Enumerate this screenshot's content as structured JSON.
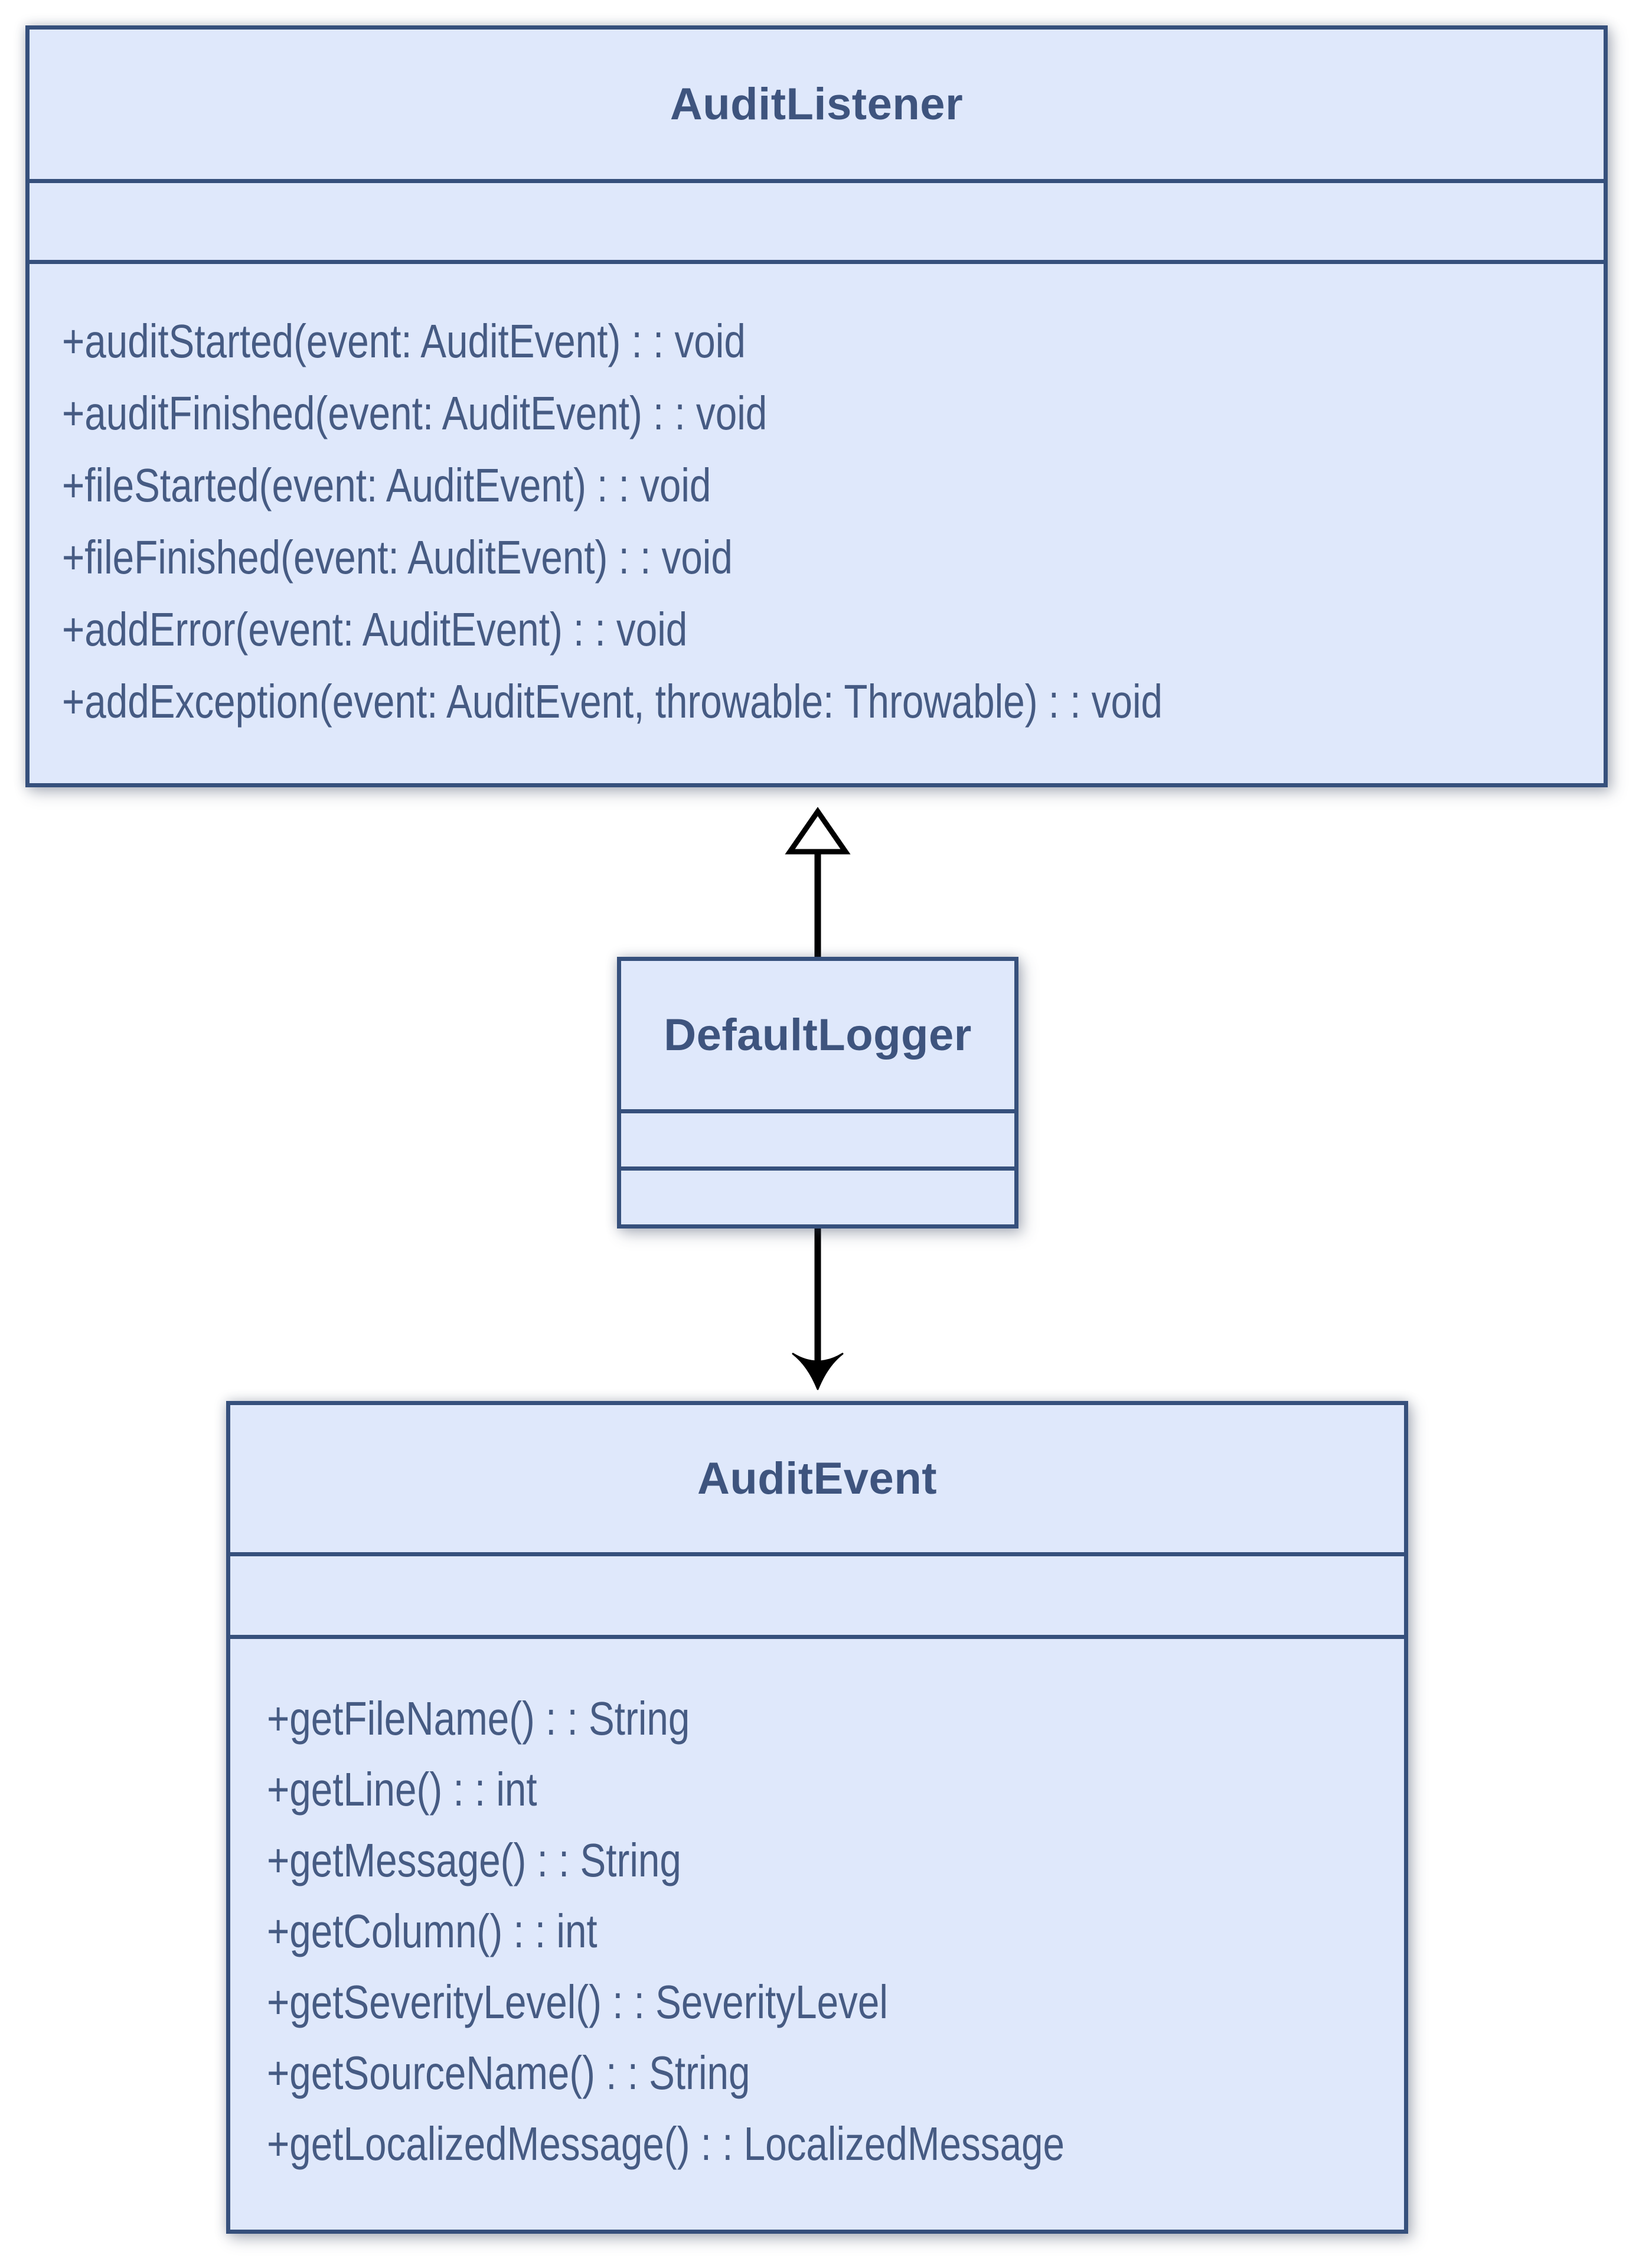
{
  "diagram": {
    "type": "uml-class-diagram",
    "classes": [
      {
        "name": "AuditListener",
        "attributes": [],
        "methods": [
          "+auditStarted(event: AuditEvent) : : void",
          "+auditFinished(event: AuditEvent) : : void",
          "+fileStarted(event: AuditEvent) : : void",
          "+fileFinished(event: AuditEvent) : : void",
          "+addError(event: AuditEvent) : : void",
          "+addException(event: AuditEvent, throwable: Throwable) : : void"
        ]
      },
      {
        "name": "DefaultLogger",
        "attributes": [],
        "methods": []
      },
      {
        "name": "AuditEvent",
        "attributes": [],
        "methods": [
          "+getFileName() : : String",
          "+getLine() : : int",
          "+getMessage() : : String",
          "+getColumn() : : int",
          "+getSeverityLevel() : : SeverityLevel",
          "+getSourceName() : : String",
          "+getLocalizedMessage() : : LocalizedMessage"
        ]
      }
    ],
    "relationships": [
      {
        "from": "DefaultLogger",
        "to": "AuditListener",
        "type": "realization",
        "arrowhead": "hollow-triangle",
        "direction": "up"
      },
      {
        "from": "DefaultLogger",
        "to": "AuditEvent",
        "type": "directed-association",
        "arrowhead": "filled-arrow",
        "direction": "down"
      }
    ]
  },
  "theme": {
    "background": "#ffffff",
    "box_fill": "#dfe8fb",
    "box_border": "#36507c",
    "title_text": "#3e547e",
    "method_text": "#465b83",
    "arrow_color": "#000000"
  }
}
